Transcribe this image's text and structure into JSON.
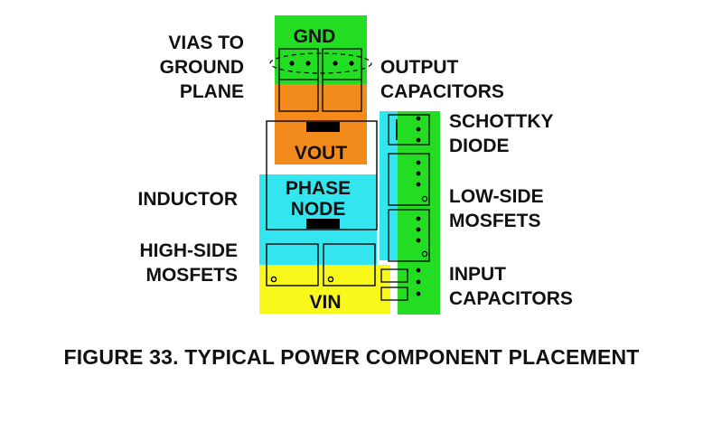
{
  "colors": {
    "gnd": "#22dd22",
    "vout": "#f28b1c",
    "phase": "#33e5ee",
    "vin": "#f8f81a",
    "component": "#000000"
  },
  "zones": {
    "gnd": "GND",
    "vout": "VOUT",
    "phase": "PHASE\nNODE",
    "vin": "VIN"
  },
  "labels": {
    "vias": "VIAS TO\nGROUND\nPLANE",
    "output_caps": "OUTPUT\nCAPACITORS",
    "schottky": "SCHOTTKY\nDIODE",
    "inductor": "INDUCTOR",
    "low_side": "LOW-SIDE\nMOSFETS",
    "high_side": "HIGH-SIDE\nMOSFETS",
    "input_caps": "INPUT\nCAPACITORS"
  },
  "caption": "FIGURE 33.  TYPICAL POWER COMPONENT PLACEMENT"
}
